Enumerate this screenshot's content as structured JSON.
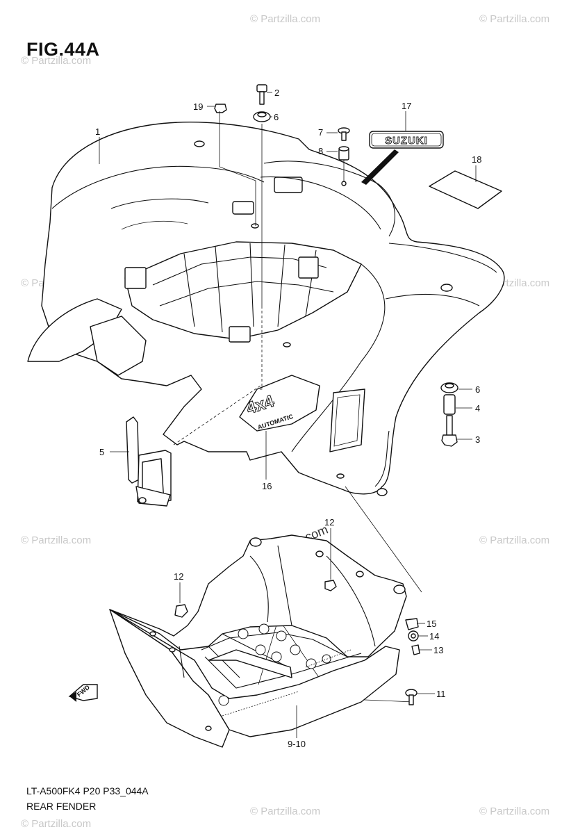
{
  "figure": {
    "title": "FIG.44A",
    "model_code": "LT-A500FK4 P20 P33_044A",
    "section_name": "REAR FENDER"
  },
  "watermark": {
    "text": "© Partzilla.com",
    "center_text": "Partzilla.com"
  },
  "fwd_label": "FWD",
  "emblem_text": "SUZUKI",
  "decal_text": "4x4",
  "decal_subtext": "AUTOMATIC",
  "callouts": {
    "c1": "1",
    "c2": "2",
    "c3": "3",
    "c4": "4",
    "c5": "5",
    "c6a": "6",
    "c6b": "6",
    "c7": "7",
    "c8": "8",
    "c910": "9-10",
    "c11": "11",
    "c12a": "12",
    "c12b": "12",
    "c13": "13",
    "c14": "14",
    "c15": "15",
    "c16": "16",
    "c17": "17",
    "c18": "18",
    "c19": "19"
  }
}
